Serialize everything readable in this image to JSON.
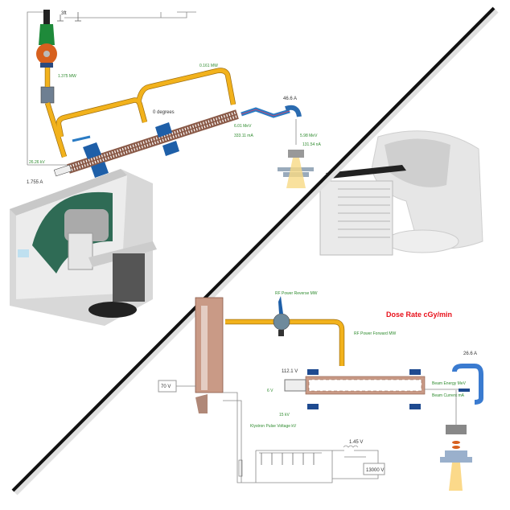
{
  "top_diagram": {
    "labels": {
      "klystron_output": "1.375 MW",
      "reflected_power": "0.161 MW",
      "phase": "0 degrees",
      "beam_energy": "6.01 MeV",
      "beam_current": "333.11 mA",
      "bend_current": "46.6 A",
      "target_energy": "5.98 MeV",
      "target_current": "131.54 nA",
      "pulse_voltage": "26.26 kV",
      "filament_current": "1.755 A",
      "ground_label": "3ft"
    }
  },
  "bottom_diagram": {
    "title": "Dose Rate cGy/min",
    "labels": {
      "rf_reverse": "RF Power Reverse MW",
      "rf_forward": "RF Power Forward MW",
      "gun_voltage": "112.1 V",
      "filament_voltage": "6 V",
      "gun_kv": "15 kV",
      "pulse_voltage": "Klystron Pulse Voltage kV",
      "heater_voltage": "70 V",
      "bend_current": "26.6 A",
      "beam_energy": "Beam Energy MeV",
      "beam_current": "Beam Current mA",
      "thyratron_voltage": "1.45 V",
      "hv_supply": "13000 V"
    }
  },
  "colors": {
    "title_red": "#e8101a",
    "label_green": "#2e8b2e",
    "waveguide": "#f2b21c",
    "magnet": "#1e5fa8"
  }
}
